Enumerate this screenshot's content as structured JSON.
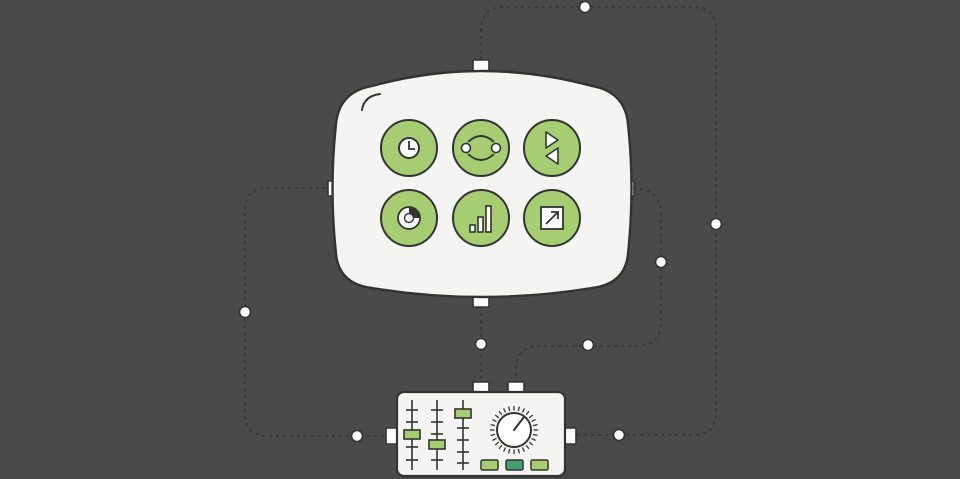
{
  "diagram": {
    "background": "#4a4a4a",
    "colors": {
      "panel_fill": "#f4f4f2",
      "stroke": "#333333",
      "icon_green": "#a6cd72",
      "accent_green": "#44a06e",
      "wire": "#3a3a3a",
      "node_fill": "#ffffff"
    },
    "main_device": {
      "icons": [
        {
          "name": "clock-icon"
        },
        {
          "name": "sync-icon"
        },
        {
          "name": "transfer-icon"
        },
        {
          "name": "donut-chart-icon"
        },
        {
          "name": "bar-chart-icon"
        },
        {
          "name": "expand-arrow-icon"
        }
      ]
    },
    "controller": {
      "sliders": 3,
      "knob": "dial",
      "buttons": [
        {
          "state": "off"
        },
        {
          "state": "on"
        },
        {
          "state": "off"
        }
      ]
    }
  }
}
